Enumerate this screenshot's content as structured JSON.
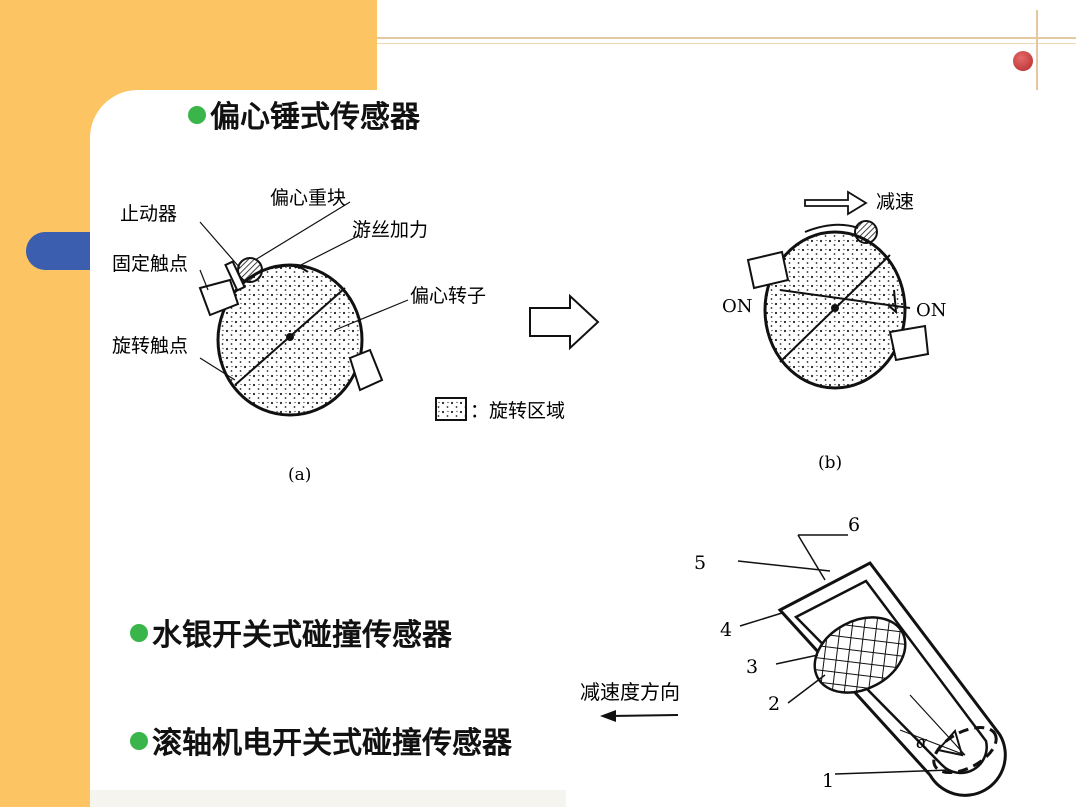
{
  "headings": {
    "eccentric": "偏心锤式传感器",
    "mercury": "水银开关式碰撞传感器",
    "roller": "滚轴机电开关式碰撞传感器"
  },
  "figure_a": {
    "label_stopper": "止动器",
    "label_weight": "偏心重块",
    "label_spring": "游丝加力",
    "label_fixed_contact": "固定触点",
    "label_rotor": "偏心转子",
    "label_rotating_contact": "旋转触点",
    "legend_text": "：旋转区域",
    "caption": "(a)"
  },
  "figure_b": {
    "decel": "减速",
    "on_left": "ON",
    "on_right": "ON",
    "caption": "(b)"
  },
  "figure_c": {
    "direction": "减速度方向",
    "n1": "1",
    "n2": "2",
    "n3": "3",
    "n4": "4",
    "n5": "5",
    "n6": "6",
    "alpha": "α"
  },
  "colors": {
    "left_band": "#fcc463",
    "bullet": "#39b54a",
    "tab": "#3b5fae",
    "dot": "#c0392b"
  }
}
